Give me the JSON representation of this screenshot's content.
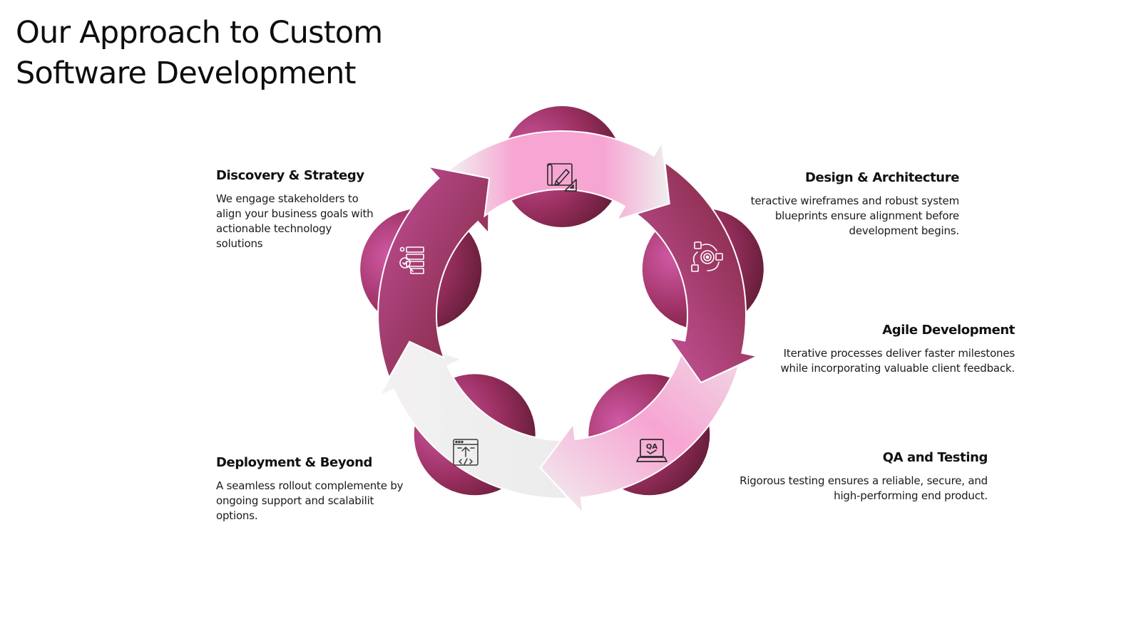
{
  "title": "Our Approach to Custom Software Development",
  "colors": {
    "magenta": "#c4529a",
    "maroon": "#7a2236",
    "pink": "#f6a3d0",
    "light": "#efefef"
  },
  "steps": [
    {
      "title": "Discovery & Strategy",
      "description": "We engage stakeholders to align your business goals with actionable technology solutions",
      "icon": "checklist-search-icon"
    },
    {
      "title": "Design & Architecture",
      "description": "teractive wireframes and robust system blueprints ensure alignment before development begins.",
      "icon": "blueprint-pencil-icon"
    },
    {
      "title": "Agile Development",
      "description": "Iterative processes deliver faster milestones while incorporating valuable client feedback.",
      "icon": "target-cycle-icon"
    },
    {
      "title": "QA and Testing",
      "description": "Rigorous testing ensures a reliable, secure, and high-performing end product.",
      "icon": "qa-laptop-icon"
    },
    {
      "title": "Deployment & Beyond",
      "description": "A seamless rollout complemente by ongoing support and scalabilit options.",
      "icon": "browser-code-upload-icon"
    }
  ]
}
